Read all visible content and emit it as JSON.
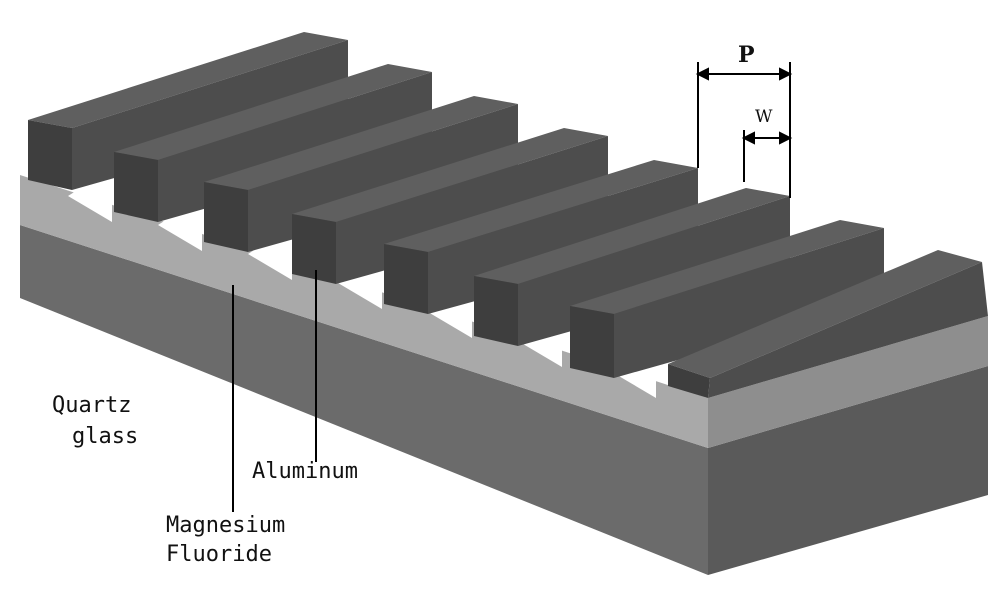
{
  "labels": {
    "quartz_line1": "Quartz",
    "quartz_line2": "glass",
    "aluminum": "Aluminum",
    "mgf_line1": "Magnesium",
    "mgf_line2": "Fluoride"
  },
  "dimensions": {
    "period": "P",
    "width": "W"
  },
  "colors": {
    "quartz_front": "#6b6b6b",
    "quartz_right": "#5a5a5a",
    "mgf_layer": "#a9a9a9",
    "aluminum_top": "#5f5f5f",
    "aluminum_front": "#3e3e3e",
    "aluminum_right": "#4d4d4d"
  },
  "grating_line_count": 8
}
